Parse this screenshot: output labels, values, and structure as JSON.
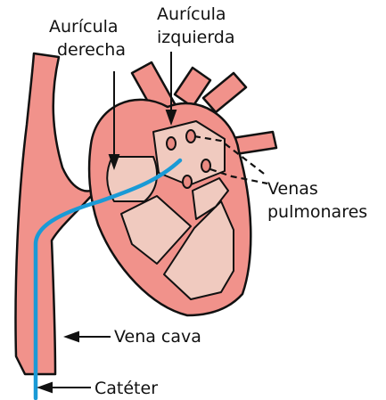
{
  "labels": {
    "right_atrium": [
      "Aurícula",
      "derecha"
    ],
    "left_atrium": [
      "Aurícula",
      "izquierda"
    ],
    "pulmonary_veins": [
      "Venas",
      "pulmonares"
    ],
    "vena_cava": "Vena cava",
    "catheter": "Catéter"
  },
  "colors": {
    "vessel": "#f1928b",
    "chamber": "#f0cabf",
    "outline": "#111111",
    "catheter": "#1a9ad6"
  }
}
